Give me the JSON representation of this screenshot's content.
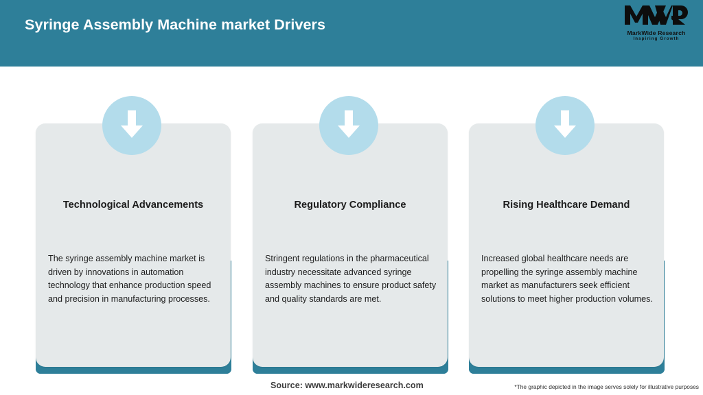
{
  "header": {
    "title": "Syringe Assembly Machine market Drivers",
    "background_color": "#2e7f99",
    "title_color": "#ffffff"
  },
  "logo": {
    "mark": "MWR",
    "name": "MarkWide Research",
    "tagline": "Inspiring Growth"
  },
  "theme": {
    "teal": "#2e7f99",
    "card_gray": "#e5e9ea",
    "circle_blue": "#b3dceb",
    "arrow_white": "#ffffff"
  },
  "cards": [
    {
      "icon": "arrow-down-icon",
      "title": "Technological Advancements",
      "body": "The syringe assembly machine market is driven by innovations in automation technology that enhance production speed and precision in manufacturing processes."
    },
    {
      "icon": "arrow-down-icon",
      "title": "Regulatory Compliance",
      "body": "Stringent regulations in the pharmaceutical industry necessitate advanced syringe assembly machines to ensure product safety and quality standards are met."
    },
    {
      "icon": "arrow-down-icon",
      "title": "Rising Healthcare Demand",
      "body": "Increased global healthcare needs are propelling the syringe assembly machine market as manufacturers seek efficient solutions to meet higher production volumes."
    }
  ],
  "footer": {
    "source": "Source: www.markwideresearch.com",
    "disclaimer": "*The graphic depicted in the image serves solely for illustrative purposes"
  }
}
